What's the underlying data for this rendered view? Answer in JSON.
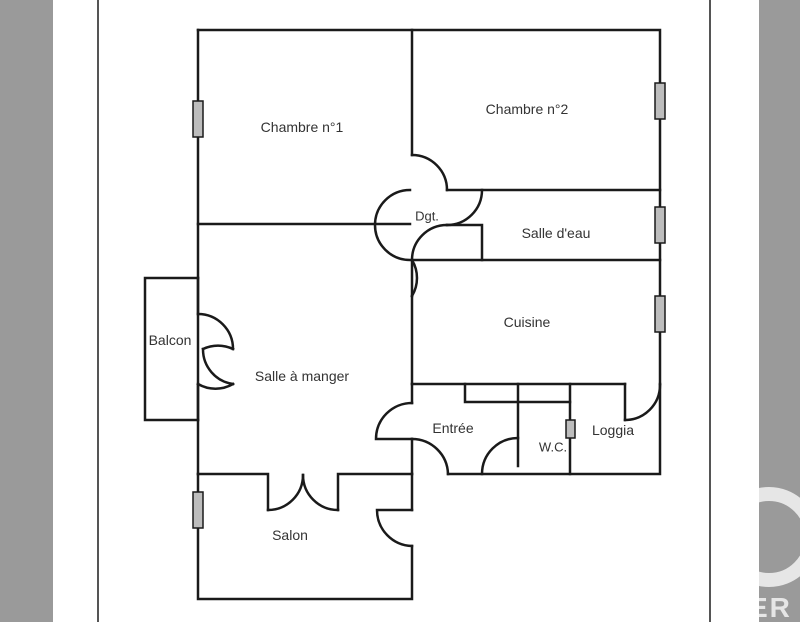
{
  "floorplan": {
    "rooms": {
      "chambre1": "Chambre n°1",
      "chambre2": "Chambre n°2",
      "dgt": "Dgt.",
      "salle_eau": "Salle d'eau",
      "cuisine": "Cuisine",
      "balcon": "Balcon",
      "salle_manger": "Salle à manger",
      "entree": "Entrée",
      "wc": "W.C.",
      "loggia": "Loggia",
      "salon": "Salon"
    },
    "colors": {
      "wall": "#1a1a1a",
      "window_fill": "#bdbdbd",
      "background_side": "#9a9a9a",
      "page": "#ffffff"
    }
  },
  "watermark": {
    "text": "ER"
  }
}
